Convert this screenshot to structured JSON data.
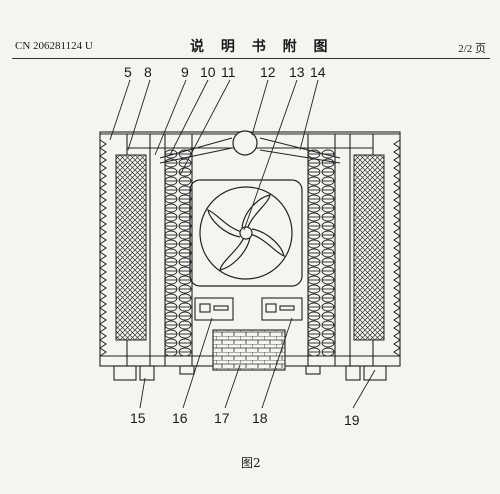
{
  "header": {
    "patent_no": "CN 206281124 U",
    "title": "说 明 书 附 图",
    "page": "2/2 页"
  },
  "figure": {
    "caption": "图2",
    "labels": [
      {
        "id": "5",
        "text": "5"
      },
      {
        "id": "8",
        "text": "8"
      },
      {
        "id": "9",
        "text": "9"
      },
      {
        "id": "10",
        "text": "10"
      },
      {
        "id": "11",
        "text": "11"
      },
      {
        "id": "12",
        "text": "12"
      },
      {
        "id": "13",
        "text": "13"
      },
      {
        "id": "14",
        "text": "14"
      },
      {
        "id": "15",
        "text": "15"
      },
      {
        "id": "16",
        "text": "16"
      },
      {
        "id": "17",
        "text": "17"
      },
      {
        "id": "18",
        "text": "18"
      },
      {
        "id": "19",
        "text": "19"
      }
    ]
  }
}
